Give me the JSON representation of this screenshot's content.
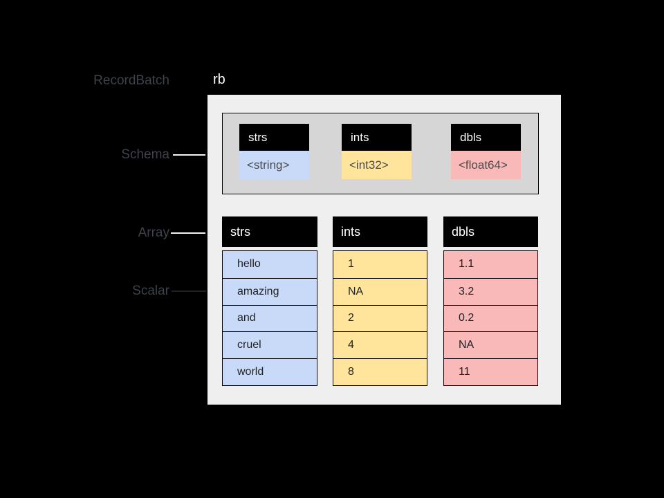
{
  "labels": {
    "record_batch": "RecordBatch",
    "schema": "Schema",
    "array": "Array",
    "scalar": "Scalar",
    "instance": "rb"
  },
  "schema": {
    "fields": [
      {
        "name": "strs",
        "type": "<string>",
        "color": "#c9daf8"
      },
      {
        "name": "ints",
        "type": "<int32>",
        "color": "#ffe49c"
      },
      {
        "name": "dbls",
        "type": "<float64>",
        "color": "#f9b9b9"
      }
    ]
  },
  "arrays": [
    {
      "name": "strs",
      "color": "#c9daf8",
      "values": [
        "hello",
        "amazing",
        "and",
        "cruel",
        "world"
      ]
    },
    {
      "name": "ints",
      "color": "#ffe49c",
      "values": [
        "1",
        "NA",
        "2",
        "4",
        "8"
      ]
    },
    {
      "name": "dbls",
      "color": "#f9b9b9",
      "values": [
        "1.1",
        "3.2",
        "0.2",
        "NA",
        "11"
      ]
    }
  ],
  "colors": {
    "background": "#000000",
    "record_batch_panel": "#efefef",
    "schema_panel": "#d6d6d6",
    "header_fill": "#000000",
    "header_text": "#ffffff",
    "annotation_text": "#3d424b",
    "string_column": "#c9daf8",
    "int_column": "#ffe49c",
    "double_column": "#f9b9b9"
  }
}
